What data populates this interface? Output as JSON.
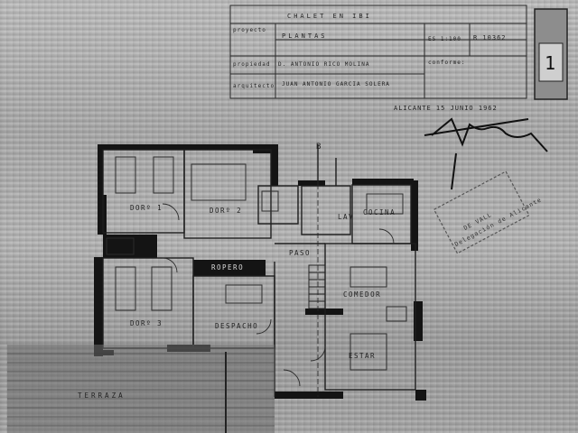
{
  "title_block": {
    "project_label": "proyecto",
    "project_value": "CHALET EN IBI",
    "drawing_value": "PLANTAS",
    "scale": "ES 1:100",
    "reference": "R 10362",
    "owner_label": "propiedad",
    "owner_value": "D. ANTONIO RICO MOLINA",
    "conforme_label": "conforme:",
    "architect_label": "arquitecto",
    "architect_value": "JUAN ANTONIO GARCIA SOLERA",
    "sheet_number": "1"
  },
  "date_line": "ALICANTE 15 JUNIO 1962",
  "section_mark": "B",
  "stamp": {
    "line1": "DE VALL",
    "line2": "Delegación de Alicante"
  },
  "rooms": {
    "dorm1": "DORº 1",
    "dorm2": "DORº 2",
    "dorm3": "DORº 3",
    "cocina": "COCINA",
    "lav": "LAV",
    "paso": "PASO",
    "ropero": "ROPERO",
    "comedor": "COMEDOR",
    "despacho": "DESPACHO",
    "estar": "ESTAR",
    "terraza": "TERRAZA"
  }
}
